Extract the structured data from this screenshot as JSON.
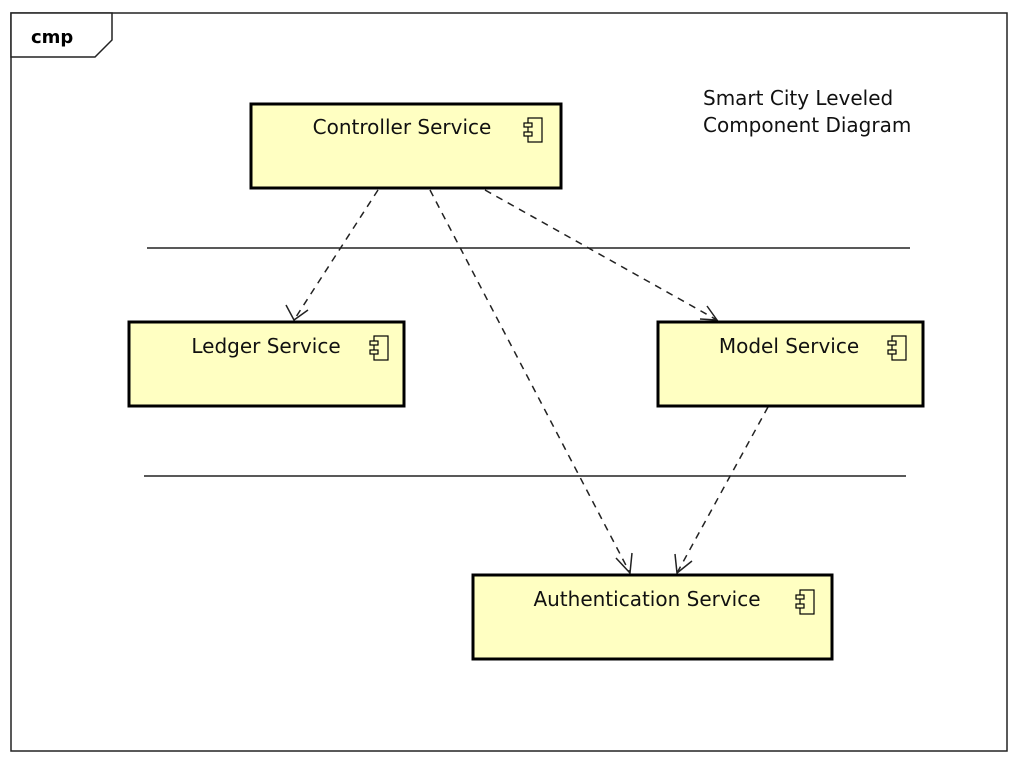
{
  "frame": {
    "label": "cmp"
  },
  "note": {
    "line1": "Smart City Leveled",
    "line2": "Component Diagram"
  },
  "colors": {
    "component_fill": "#FFFFC2",
    "stroke": "#000000"
  },
  "components": {
    "controller": {
      "label": "Controller Service"
    },
    "ledger": {
      "label": "Ledger Service"
    },
    "model": {
      "label": "Model Service"
    },
    "auth": {
      "label": "Authentication Service"
    }
  },
  "dependencies": [
    {
      "from": "Controller Service",
      "to": "Ledger Service"
    },
    {
      "from": "Controller Service",
      "to": "Authentication Service"
    },
    {
      "from": "Controller Service",
      "to": "Model Service"
    },
    {
      "from": "Model Service",
      "to": "Authentication Service"
    }
  ]
}
